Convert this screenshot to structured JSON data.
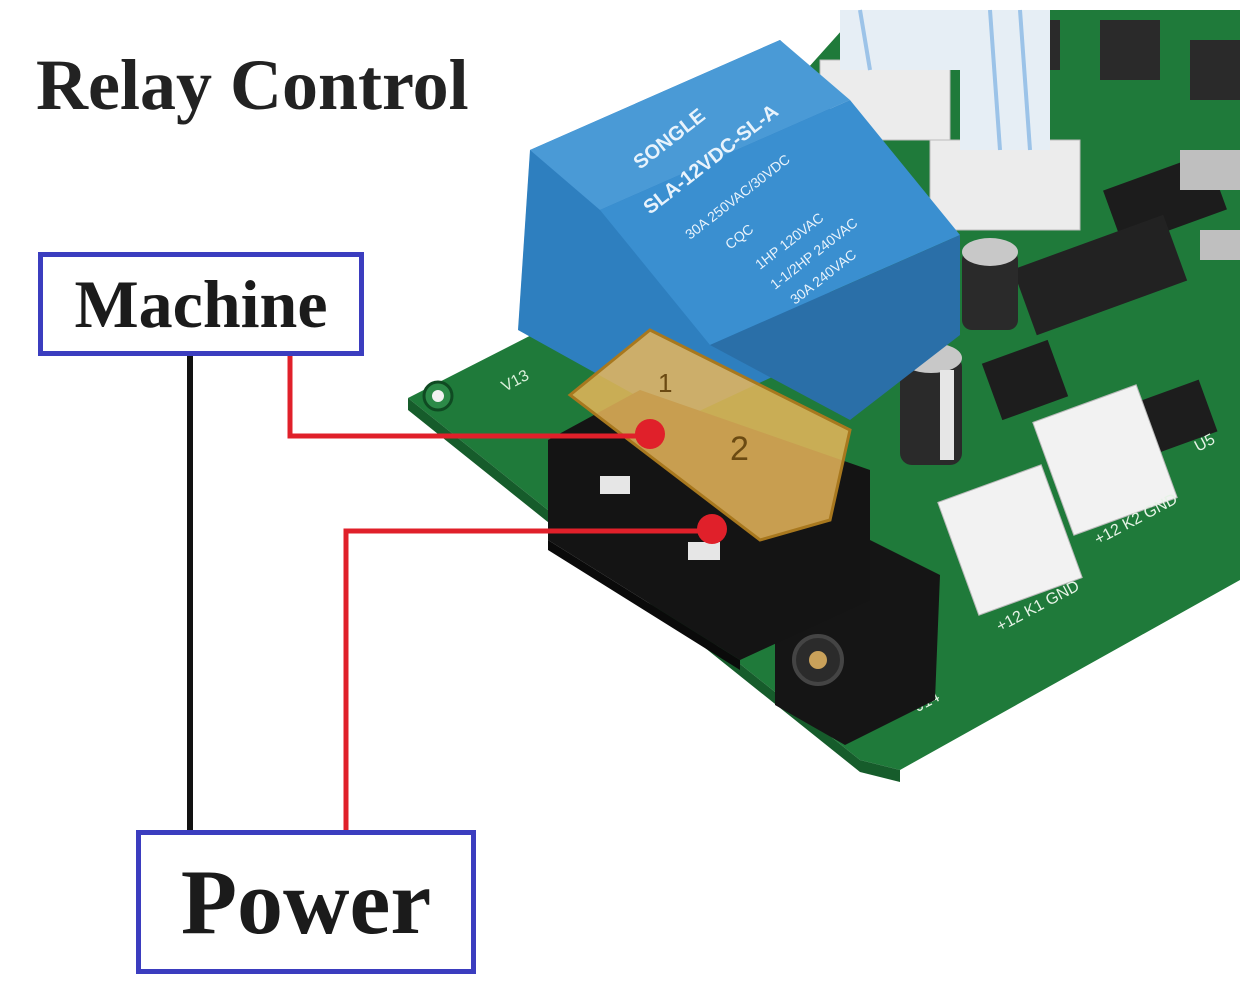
{
  "title": "Relay Control",
  "labels": {
    "machine": "Machine",
    "power": "Power"
  },
  "relay": {
    "brand": "SONGLE",
    "model": "SLA-12VDC-SL-A",
    "rating_1": "30A 250VAC/30VDC",
    "rating_2": "1HP 120VAC",
    "rating_3": "1-1/2HP 240VAC",
    "rating_4": "30A 240VAC",
    "cert": "CQC"
  },
  "terminal": {
    "pin1": "1",
    "pin2": "2"
  },
  "pcb_markings": {
    "version": "V13",
    "k1": "+12 K1 GND",
    "k2": "+12 K2 GND",
    "j14": "J14",
    "u5": "U5"
  },
  "colors": {
    "box_border": "#3b3dbf",
    "wire_red": "#e0202a",
    "wire_black": "#111111",
    "pcb_green": "#1f7a3a",
    "relay_blue": "#3a8fd0",
    "terminal_amber": "#e8b65a"
  }
}
